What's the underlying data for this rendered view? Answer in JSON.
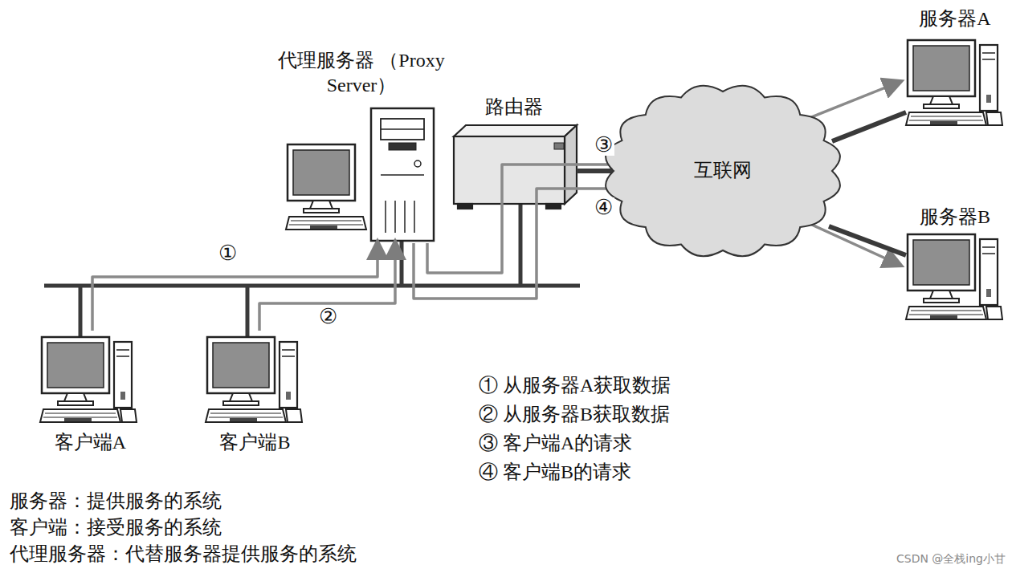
{
  "diagram": {
    "nodes": [
      {
        "text": [
          "客户端A"
        ]
      },
      {
        "text": [
          "客户端B"
        ]
      },
      {
        "text": [
          "代理服务器 （Proxy Server）"
        ]
      },
      {
        "text": [
          "路由器"
        ]
      },
      {
        "text": [
          "互联网"
        ]
      },
      {
        "text": [
          "服务器A"
        ]
      },
      {
        "text": [
          "服务器B"
        ]
      }
    ],
    "edges": [
      {
        "from": 0,
        "to": 2,
        "arrow": "to",
        "label": "①"
      },
      {
        "from": 1,
        "to": 2,
        "arrow": "to",
        "label": "②"
      },
      {
        "from": 2,
        "to": 5,
        "arrow": "to",
        "label": "③"
      },
      {
        "from": 2,
        "to": 6,
        "arrow": "to",
        "label": "④"
      },
      {
        "from": 3,
        "to": 4,
        "arrow": "to"
      },
      {
        "from": 4,
        "to": 5,
        "arrow": "none"
      },
      {
        "from": 4,
        "to": 6,
        "arrow": "none"
      }
    ],
    "labels": [
      "① 从服务器A获取数据",
      "② 从服务器B获取数据",
      "③ 客户端A的请求",
      "④ 客户端B的请求",
      "服务器：提供服务的系统",
      "客户端：接受服务的系统",
      "代理服务器：代替服务器提供服务的系统",
      "CSDN @全栈ing小甘"
    ]
  }
}
